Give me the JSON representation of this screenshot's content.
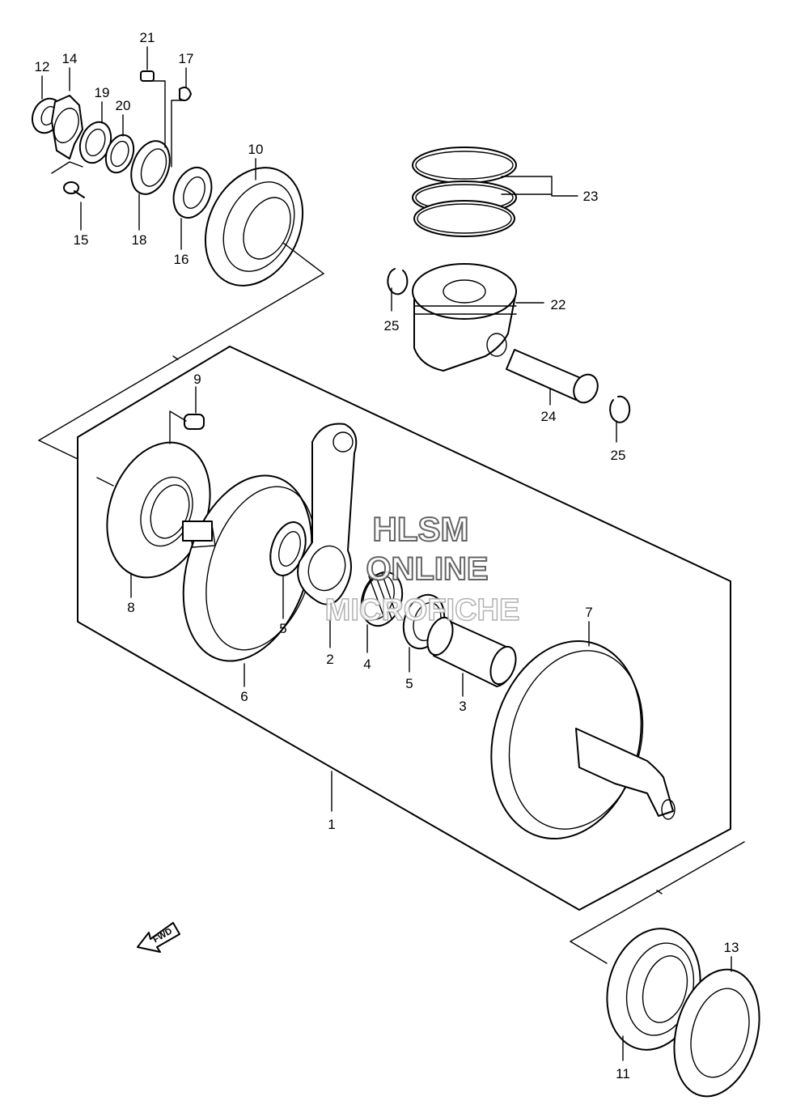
{
  "watermark": {
    "line1": "HLSM",
    "line2": "ONLINE",
    "line3": "MICROFICHE"
  },
  "direction_badge": "FWD",
  "callouts": {
    "p1": "1",
    "p2": "2",
    "p3": "3",
    "p4": "4",
    "p5a": "5",
    "p5b": "5",
    "p6": "6",
    "p7": "7",
    "p8": "8",
    "p9": "9",
    "p10": "10",
    "p11": "11",
    "p12": "12",
    "p13": "13",
    "p14": "14",
    "p15": "15",
    "p16": "16",
    "p17": "17",
    "p18": "18",
    "p19": "19",
    "p20": "20",
    "p21": "21",
    "p22": "22",
    "p23": "23",
    "p24": "24",
    "p25a": "25",
    "p25b": "25"
  }
}
